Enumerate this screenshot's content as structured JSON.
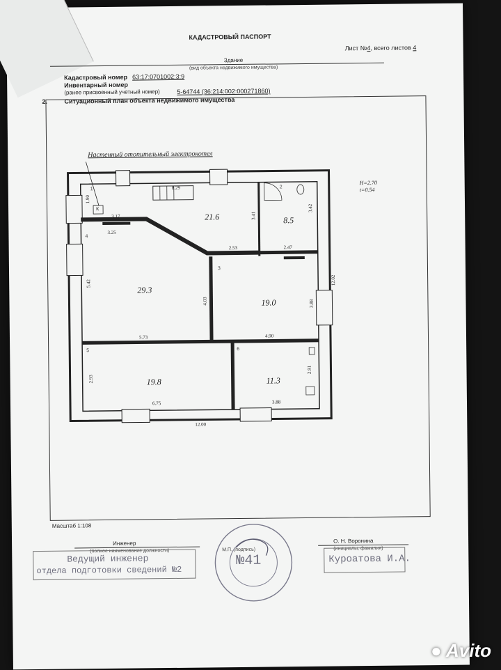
{
  "header": {
    "doc_title": "КАДАСТРОВЫЙ ПАСПОРТ",
    "sheet_prefix": "Лист №",
    "sheet_no": "4",
    "sheet_sep": ", всего листов",
    "sheet_total": "4",
    "object_kind": "Здание",
    "object_kind_caption": "(вид объекта недвижимого имущества)",
    "cadastral_label": "Кадастровый номер",
    "cadastral_value": "63:17:0701002:3:9",
    "inventory_label": "Инвентарный номер",
    "prev_label": "(ранее присвоенный учетный номер)",
    "prev_value": "5-64744 (36:214:002:000271860)",
    "section_no": "2.",
    "section_title": "Ситуационный план объекта недвижимого имущества"
  },
  "plan": {
    "boiler_note": "Настенный отопительный электрокотел",
    "height_label": "Н=2.70",
    "depth_label": "t=0.54",
    "k_mark": "К",
    "rooms": [
      {
        "num": "1",
        "area": "21.6"
      },
      {
        "num": "2",
        "area": "8.5"
      },
      {
        "num": "3",
        "area": "19.0"
      },
      {
        "num": "4",
        "area": "29.3"
      },
      {
        "num": "5",
        "area": "19.8"
      },
      {
        "num": "6",
        "area": "11.3"
      }
    ],
    "dims": [
      "1.90",
      "8.29",
      "3.17",
      "3.41",
      "3.42",
      "3.25",
      "2.53",
      "2.47",
      "5.42",
      "4.03",
      "3.88",
      "12.02",
      "5.73",
      "4.90",
      "2.93",
      "2.91",
      "6.75",
      "3.88",
      "12.00"
    ]
  },
  "footer": {
    "scale": "Масштаб 1:108",
    "engineer_label": "Инженер",
    "position_caption": "(полное наименование должности)",
    "seal_caption": "М.П. (подпись)",
    "name_value": "О. Н. Воронина",
    "name_caption": "(инициалы, фамилия)",
    "stamp_line1": "Ведущий инженер",
    "stamp_line2": "отдела подготовки сведений №2",
    "stamp_name": "Куроатова И.А.",
    "seal_number": "№41"
  },
  "brand": {
    "watermark": "Avito"
  },
  "colors": {
    "paper": "#f4f5f4",
    "ink": "#1f1f1f",
    "stamp": "#6e6e7e"
  }
}
